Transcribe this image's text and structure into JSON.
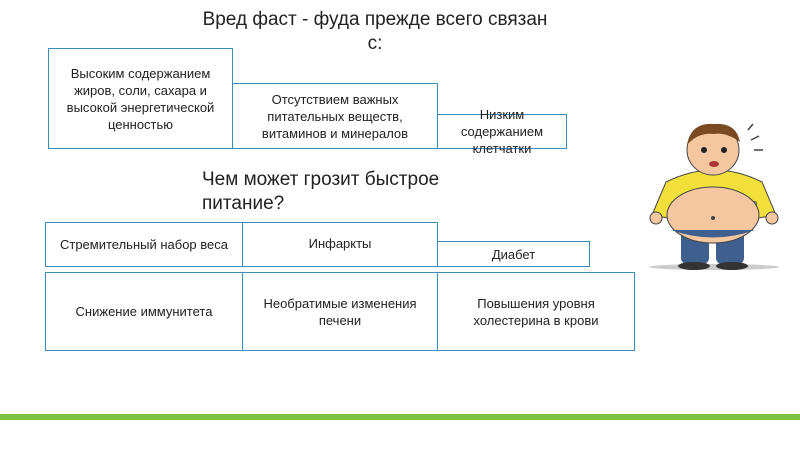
{
  "title": "Вред фаст - фуда прежде всего связан с:",
  "causes": [
    "Высоким содержанием жиров, соли, сахара и высокой энергетической ценностью",
    "Отсутствием важных питательных веществ, витаминов и минералов",
    "Низким содержанием клетчатки"
  ],
  "question": "Чем может  грозит быстрое питание?",
  "risks": [
    "Стремительный набор веса",
    "Инфаркты",
    "Диабет",
    "Снижение иммунитета",
    "Необратимые изменения печени",
    "Повышения уровня холестерина в крови"
  ],
  "colors": {
    "border": "#3a8fbf",
    "accent_bar": "#7dc142"
  }
}
